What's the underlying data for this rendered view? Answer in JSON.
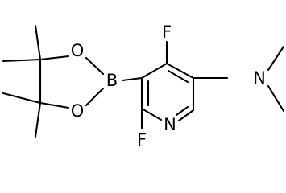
{
  "molecule": {
    "atoms": {
      "fluorine_top": "F",
      "fluorine_bottom": "F",
      "ring_nitrogen": "N",
      "amine_nitrogen": "N",
      "boron": "B",
      "oxygen_top": "O",
      "oxygen_bottom": "O"
    }
  },
  "colors": {
    "bond": "#000000",
    "label": "#000000",
    "background": "#ffffff"
  }
}
